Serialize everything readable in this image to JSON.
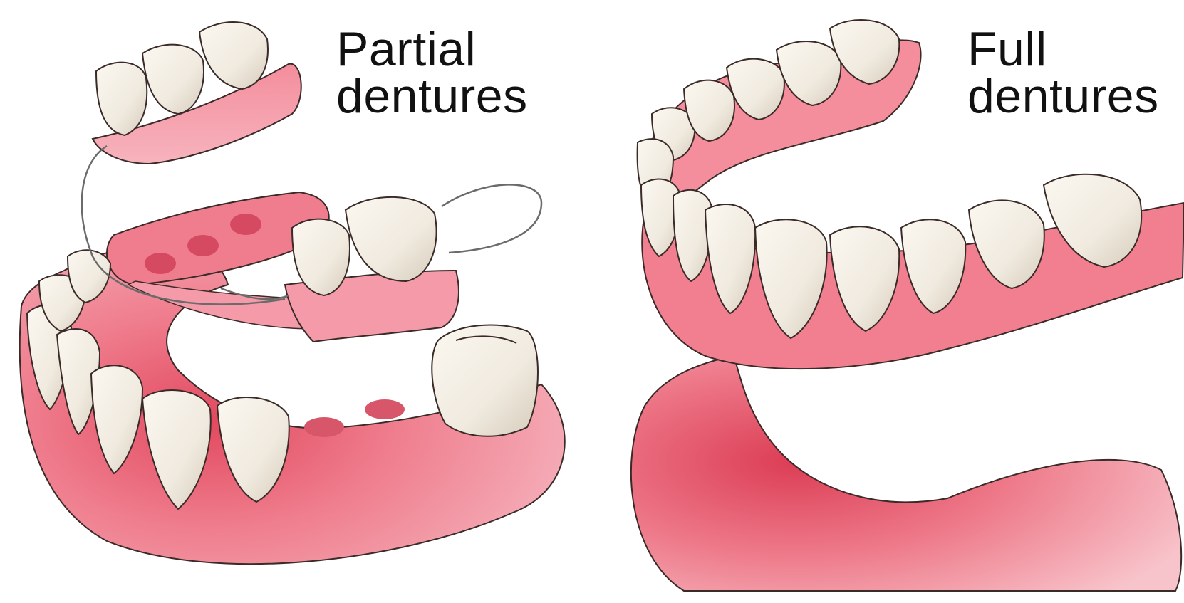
{
  "partial": {
    "line1": "Partial",
    "line2": "dentures"
  },
  "full": {
    "line1": "Full",
    "line2": "dentures"
  },
  "colors": {
    "gum": "#f28b98",
    "gum_dark": "#d94e62",
    "gum_light": "#f9c3cb",
    "tooth": "#f3efe6",
    "tooth_shade": "#d8d0c0",
    "outline": "#3a2a28",
    "wire": "#6b6b6b"
  }
}
